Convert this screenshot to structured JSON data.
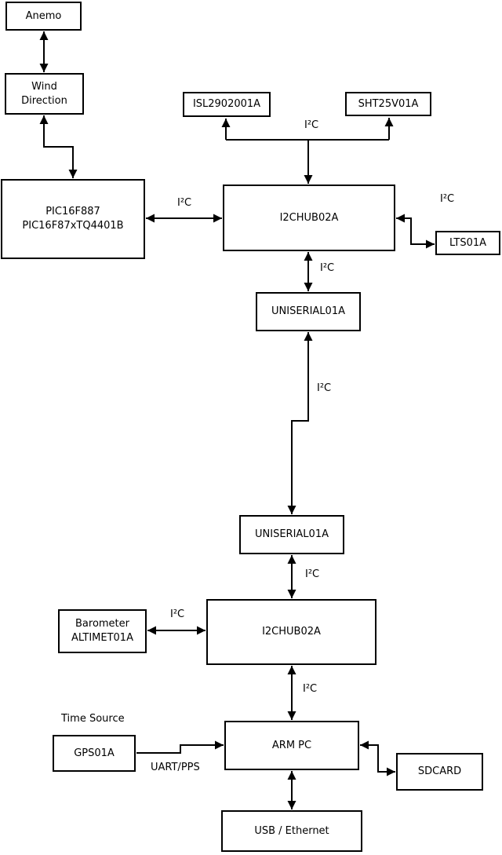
{
  "diagram": {
    "colors": {
      "background": "#ffffff",
      "line": "#000000",
      "text": "#000000"
    },
    "bus_label": "I2C",
    "bus_label_glyph": "I²C",
    "labels": {
      "time_source": "Time Source",
      "uart_pps": "UART/PPS"
    },
    "nodes": {
      "anemo": {
        "label": "Anemo"
      },
      "wind_direction": {
        "line1": "Wind",
        "line2": "Direction"
      },
      "pic": {
        "line1": "PIC16F887",
        "line2": "PIC16F87xTQ4401B"
      },
      "isl": {
        "label": "ISL2902001A"
      },
      "sht": {
        "label": "SHT25V01A"
      },
      "i2c_hub_top": {
        "label": "I2CHUB02A"
      },
      "lts": {
        "label": "LTS01A"
      },
      "uniserial_top": {
        "label": "UNISERIAL01A"
      },
      "uniserial_bottom": {
        "label": "UNISERIAL01A"
      },
      "barometer": {
        "line1": "Barometer",
        "line2": "ALTIMET01A"
      },
      "i2c_hub_bottom": {
        "label": "I2CHUB02A"
      },
      "arm_pc": {
        "label": "ARM PC"
      },
      "gps": {
        "label": "GPS01A"
      },
      "sdcard": {
        "label": "SDCARD"
      },
      "usb_ethernet": {
        "label": "USB / Ethernet"
      }
    }
  }
}
